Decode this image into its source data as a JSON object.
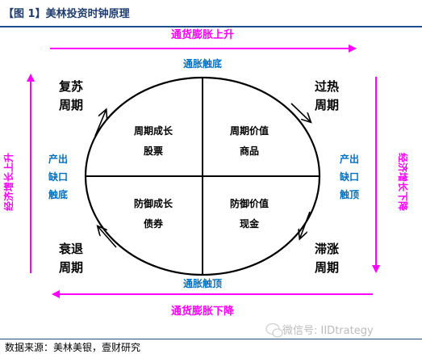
{
  "title": "【图 1】美林投资时钟原理",
  "top_arrow_label": "通货膨胀上升",
  "bottom_arrow_label": "通货膨胀下降",
  "left_arrow_label": "经济增长上升",
  "right_arrow_label": "经济增长下降",
  "top_axis_label": "通胀触底",
  "bottom_axis_label": "通胀触顶",
  "left_axis_label": [
    "产出",
    "缺口",
    "触底"
  ],
  "right_axis_label": [
    "产出",
    "缺口",
    "触顶"
  ],
  "phases": {
    "recovery": [
      "复苏",
      "周期"
    ],
    "overheat": [
      "过热",
      "周期"
    ],
    "stagflation": [
      "滞涨",
      "周期"
    ],
    "recession": [
      "衰退",
      "周期"
    ]
  },
  "quadrants": {
    "top_left": [
      "周期成长",
      "股票"
    ],
    "top_right": [
      "周期价值",
      "商品"
    ],
    "bottom_left": [
      "防御成长",
      "债券"
    ],
    "bottom_right": [
      "防御价值",
      "现金"
    ]
  },
  "watermark": "微信号: IIDtrategy",
  "source": "数据来源：美林美银，壹财研究",
  "colors": {
    "magenta": "#ff00ff",
    "blue": "#0070c0",
    "dark": "#000000"
  }
}
